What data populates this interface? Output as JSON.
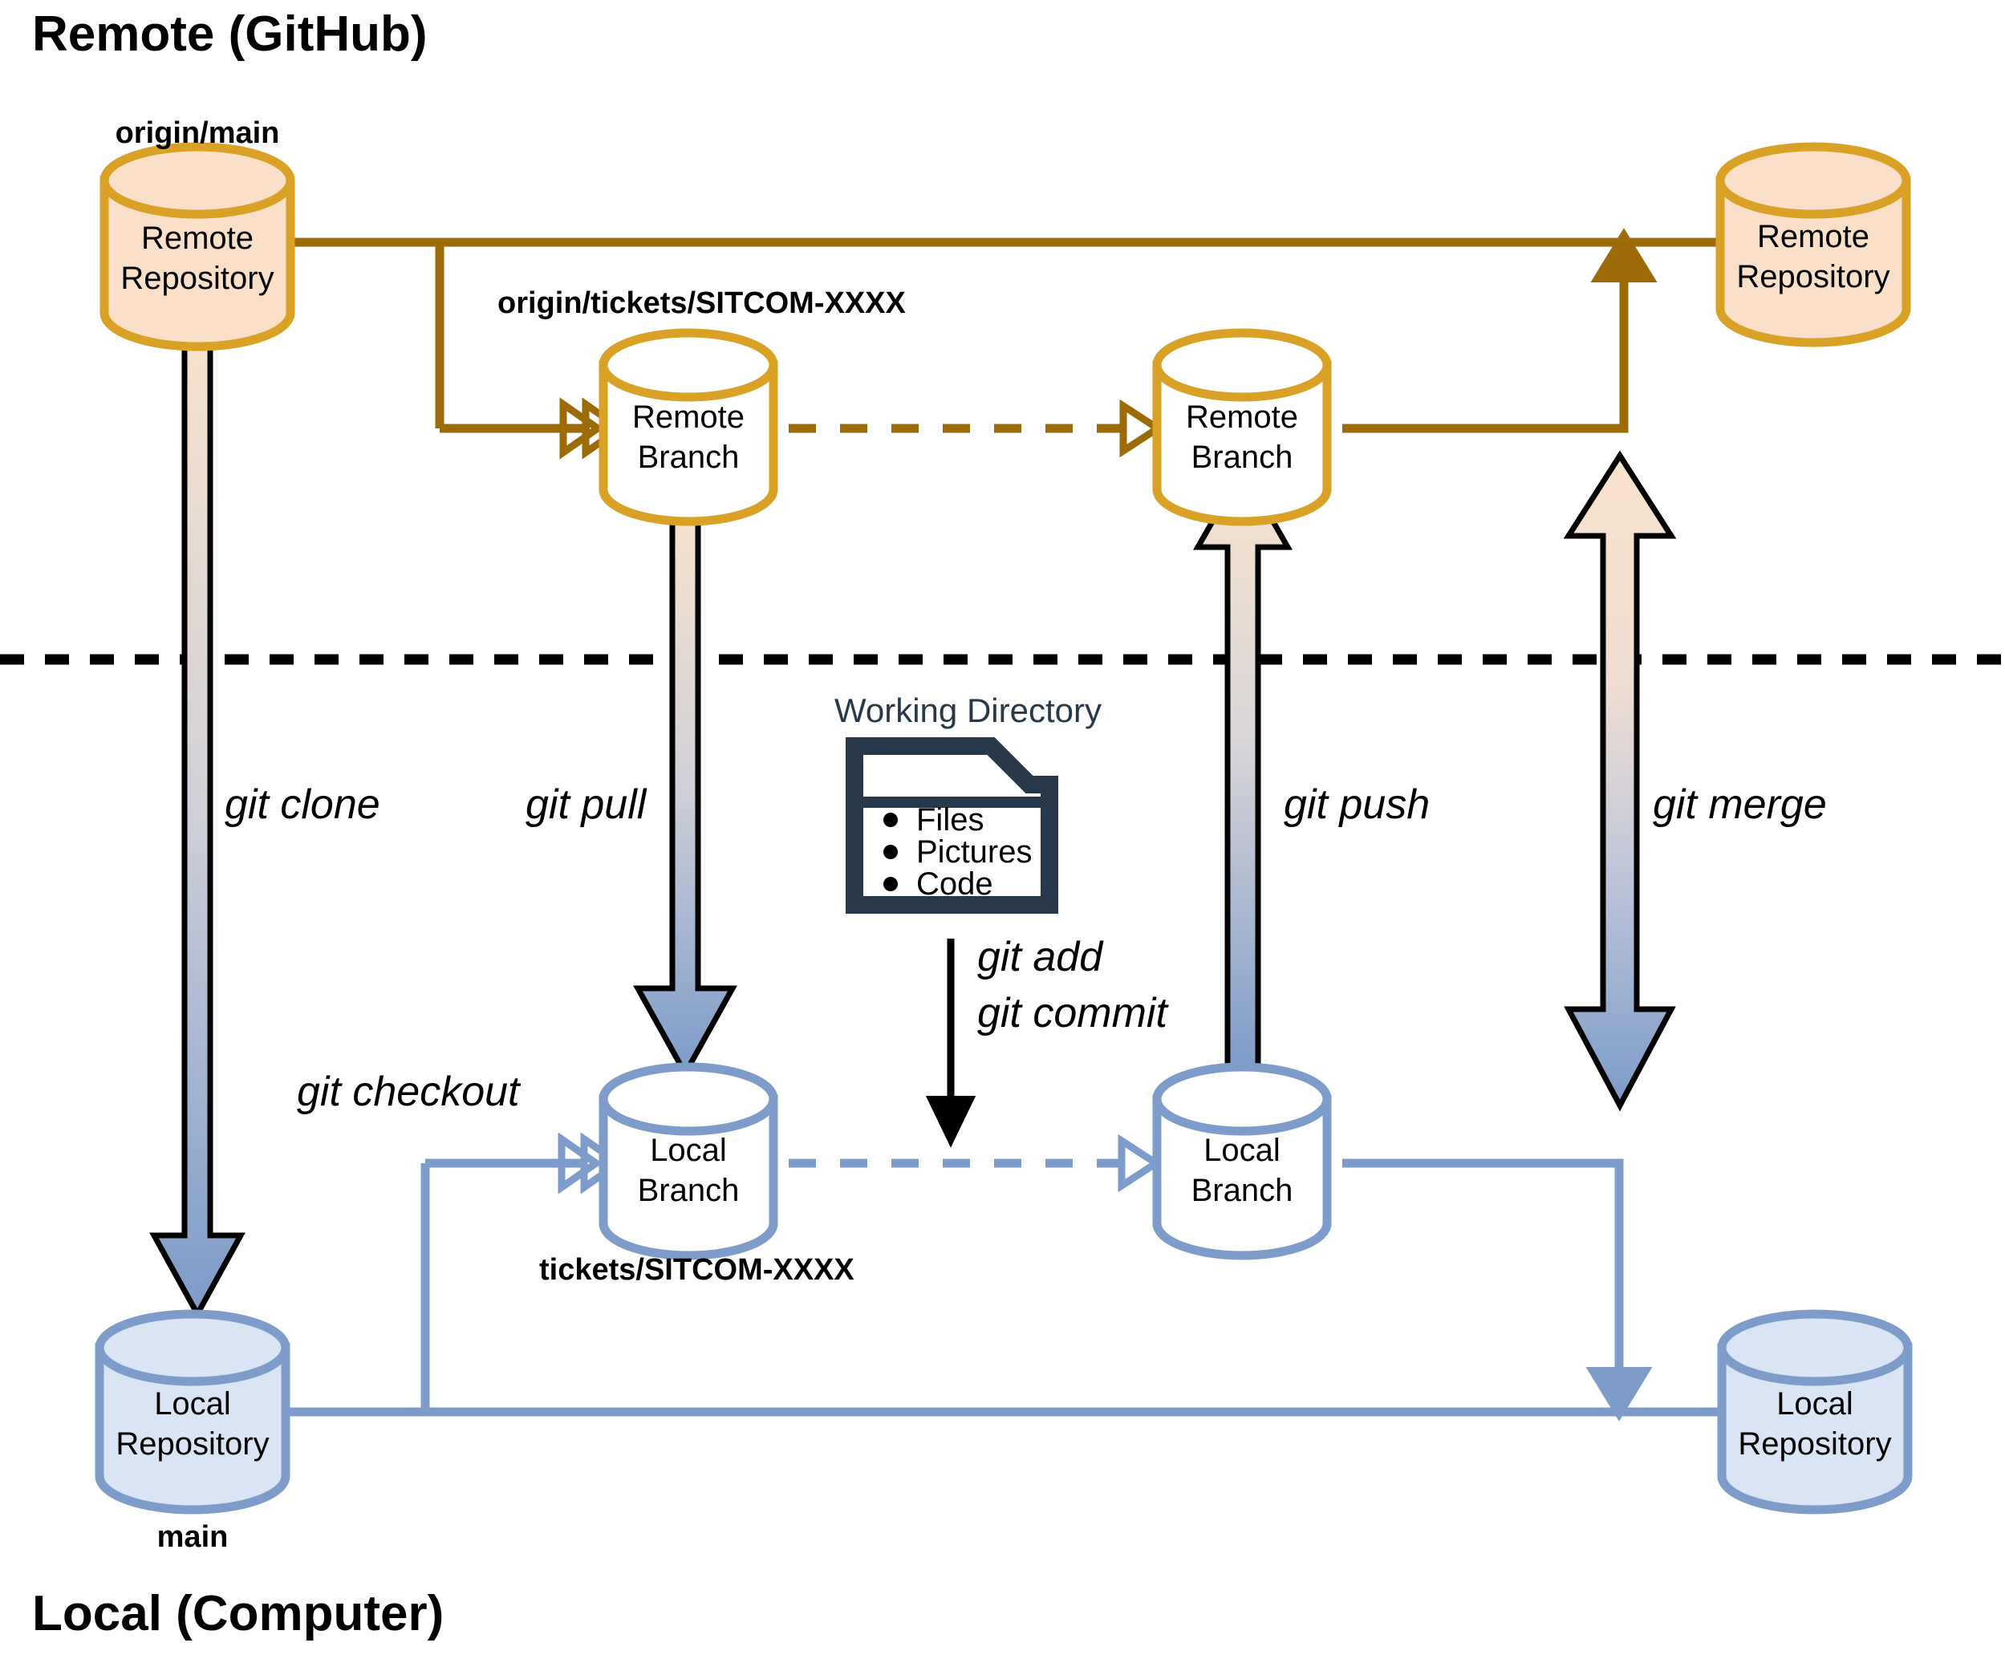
{
  "zones": {
    "remote": {
      "title": "Remote (GitHub)"
    },
    "local": {
      "title": "Local (Computer)"
    }
  },
  "colors": {
    "remote_stroke": "#D9A125",
    "remote_fill": "#FAE0C8",
    "remote_line": "#9C6A06",
    "local_stroke": "#7D9CC9",
    "local_fill": "#D9E4F5",
    "local_line": "#7D9CC9",
    "divider": "#000000",
    "folder": "#27384A",
    "arrow_top": "#F7E0C8",
    "arrow_bottom": "#7C9BC8"
  },
  "nodes": {
    "remote_repo_main": {
      "name": "Remote Repository",
      "line1": "Remote",
      "line2": "Repository",
      "label": "origin/main",
      "fill": "#FAE0C8"
    },
    "remote_branch_left": {
      "name": "Remote Branch",
      "line1": "Remote",
      "line2": "Branch",
      "label": "origin/tickets/SITCOM-XXXX",
      "fill": "#FFFFFF"
    },
    "remote_branch_right": {
      "name": "Remote Branch",
      "line1": "Remote",
      "line2": "Branch",
      "label": "",
      "fill": "#FFFFFF"
    },
    "remote_repo_right": {
      "name": "Remote Repository",
      "line1": "Remote",
      "line2": "Repository",
      "label": "",
      "fill": "#FAE0C8"
    },
    "local_repo_main": {
      "name": "Local Repository",
      "line1": "Local",
      "line2": "Repository",
      "label": "main",
      "fill": "#D9E4F5"
    },
    "local_branch_left": {
      "name": "Local Branch",
      "line1": "Local",
      "line2": "Branch",
      "label": "tickets/SITCOM-XXXX",
      "fill": "#FFFFFF"
    },
    "local_branch_right": {
      "name": "Local Branch",
      "line1": "Local",
      "line2": "Branch",
      "label": "",
      "fill": "#FFFFFF"
    },
    "local_repo_right": {
      "name": "Local Repository",
      "line1": "Local",
      "line2": "Repository",
      "label": "",
      "fill": "#D9E4F5"
    }
  },
  "working_directory": {
    "title": "Working Directory",
    "items": [
      "Files",
      "Pictures",
      "Code"
    ]
  },
  "commands": {
    "clone": "git clone",
    "pull": "git pull",
    "push": "git push",
    "merge": "git merge",
    "checkout": "git checkout",
    "add": "git add",
    "commit": "git commit"
  }
}
